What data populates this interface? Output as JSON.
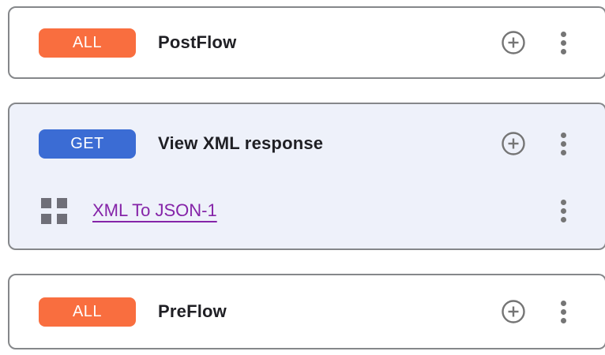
{
  "colors": {
    "badge_all": "#f96e3f",
    "badge_get": "#3b6cd4",
    "card_border": "#85878a",
    "selected_card_bg": "#eef1fa",
    "title_text": "#1f1f24",
    "icon_gray": "#757575",
    "policy_link": "#8524a8"
  },
  "cards": [
    {
      "badge": "ALL",
      "badge_type": "all",
      "title": "PostFlow",
      "policies": []
    },
    {
      "badge": "GET",
      "badge_type": "get",
      "title": "View XML response",
      "policies": [
        {
          "label": "XML To JSON-1"
        }
      ]
    },
    {
      "badge": "ALL",
      "badge_type": "all",
      "title": "PreFlow",
      "policies": []
    }
  ],
  "icons": {
    "add": "plus-circle-icon",
    "menu": "kebab-menu-icon",
    "drag": "drag-handle-icon"
  }
}
